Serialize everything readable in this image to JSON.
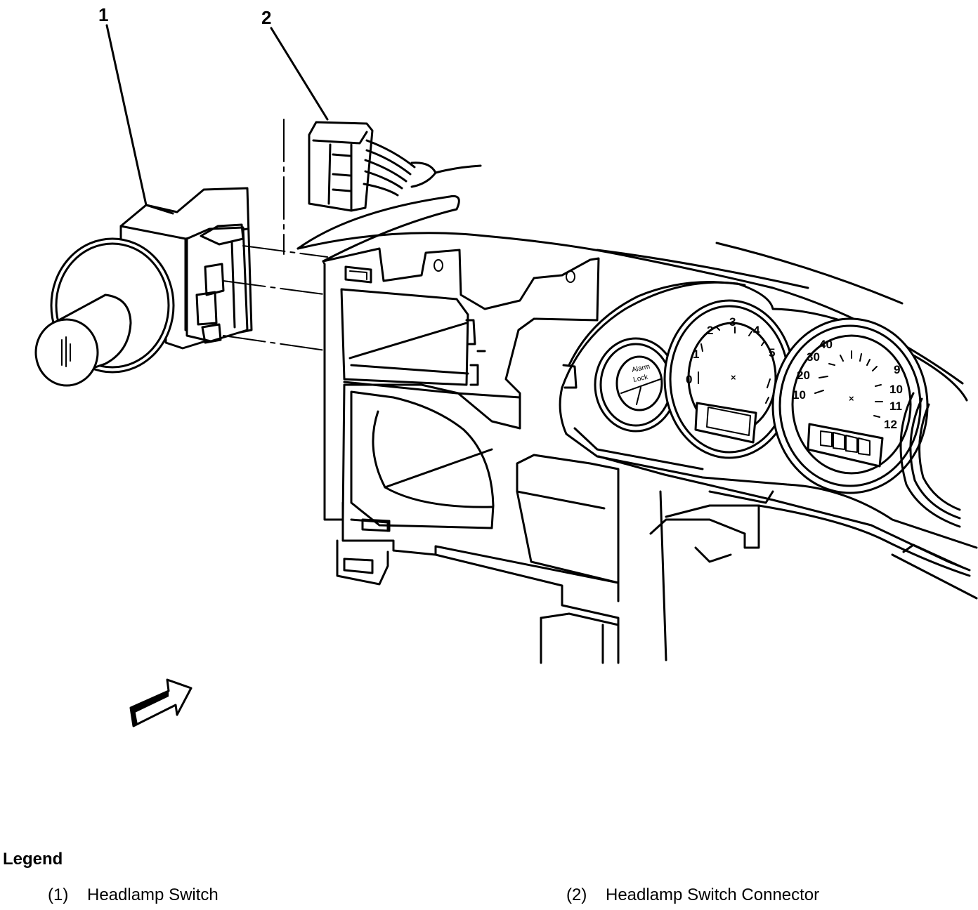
{
  "callouts": [
    {
      "number": "1"
    },
    {
      "number": "2"
    }
  ],
  "gauges": {
    "small_gauge_text": [
      "Alarm",
      "Lock"
    ],
    "tach_numbers": [
      "0",
      "1",
      "2",
      "3",
      "4",
      "5"
    ],
    "speedo_numbers": [
      "10",
      "20",
      "30",
      "40",
      "9",
      "10",
      "11",
      "12"
    ]
  },
  "legend": {
    "title": "Legend",
    "items": [
      {
        "number": "(1)",
        "label": "Headlamp Switch"
      },
      {
        "number": "(2)",
        "label": "Headlamp Switch Connector"
      }
    ]
  }
}
